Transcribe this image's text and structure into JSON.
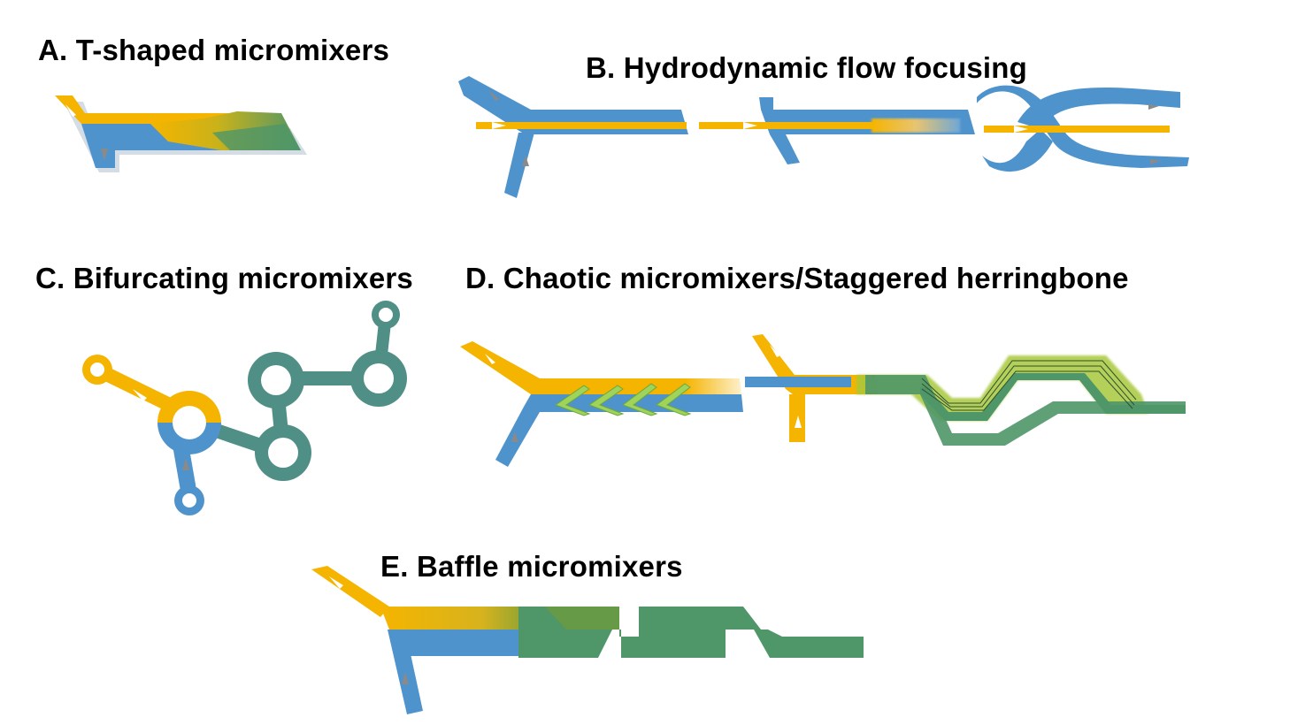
{
  "panels": {
    "a": {
      "title": "A. T-shaped micromixers"
    },
    "b": {
      "title": "B. Hydrodynamic flow focusing"
    },
    "c": {
      "title": "C. Bifurcating micromixers"
    },
    "d": {
      "title": "D. Chaotic micromixers/Staggered herringbone"
    },
    "e": {
      "title": "E. Baffle micromixers"
    }
  },
  "colors": {
    "fluid_blue": "#4f93cd",
    "fluid_yellow": "#f5b400",
    "mixed_green": "#4f9668",
    "chamber_teal": "#4f8f85",
    "herringbone_green": "#9fd35a"
  }
}
